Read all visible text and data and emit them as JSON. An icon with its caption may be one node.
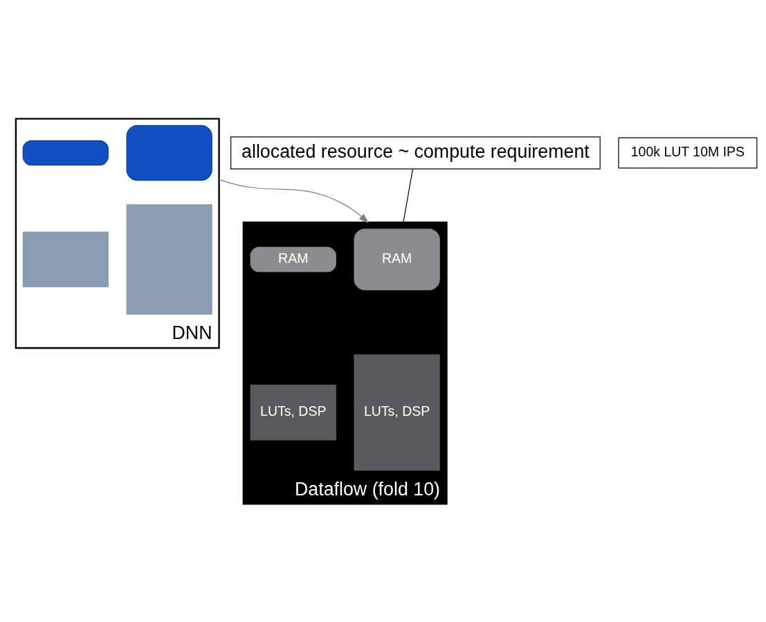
{
  "diagram": {
    "nodes": [
      {
        "text": [
          "DNN"
        ]
      },
      {
        "text": [],
        "shape": "box",
        "in": 0
      },
      {
        "text": [],
        "shape": "box",
        "in": 0
      },
      {
        "text": [],
        "shape": "box",
        "in": 0
      },
      {
        "text": [],
        "shape": "box",
        "in": 0
      },
      {
        "text": [
          "Dataflow (fold 10)"
        ]
      },
      {
        "text": [
          "RAM"
        ],
        "in": 5
      },
      {
        "text": [
          "LUTs, DSP"
        ],
        "in": 5
      },
      {
        "text": [
          "RAM"
        ],
        "in": 5
      },
      {
        "text": [
          "LUTs, DSP"
        ],
        "in": 5
      },
      {
        "text": [
          "100k LUT 10M IPS"
        ]
      },
      {
        "text": [
          "allocated resource ~ compute requirement"
        ]
      }
    ],
    "edges": [
      {
        "from": 0,
        "to": 5,
        "arrow": "to",
        "color": "#808080"
      },
      {
        "from": 11,
        "to": 5,
        "arrow": "none",
        "color": "#000000"
      }
    ]
  }
}
